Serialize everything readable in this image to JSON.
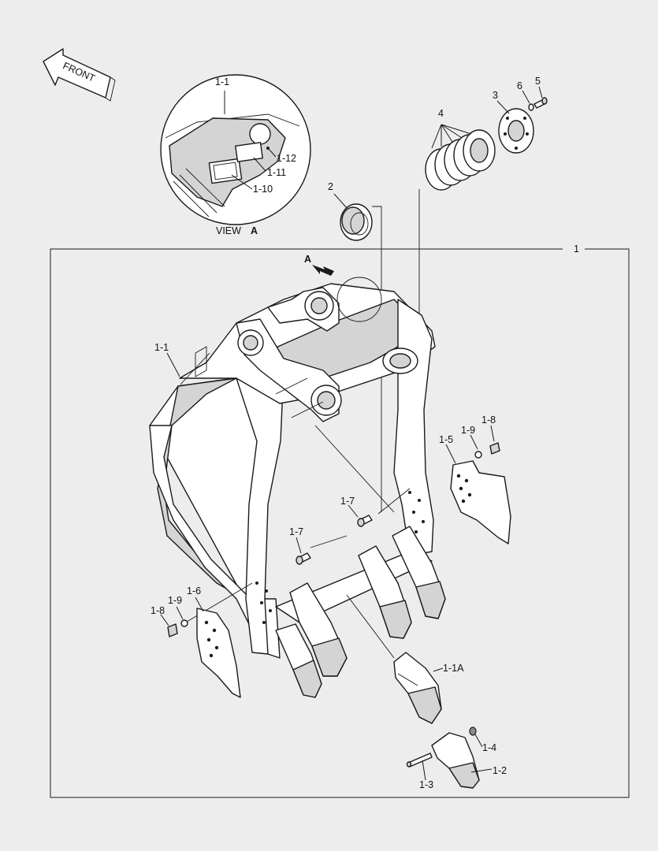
{
  "front_label": "FRONT",
  "view": {
    "prefix": "VIEW",
    "letter": "A"
  },
  "arrow_label": "A",
  "callouts": {
    "c1": "1",
    "c1_1_top": "1-1",
    "c1_1_main": "1-1",
    "c1_1A": "1-1A",
    "c1_2": "1-2",
    "c1_3": "1-3",
    "c1_4": "1-4",
    "c1_5": "1-5",
    "c1_6": "1-6",
    "c1_7a": "1-7",
    "c1_7b": "1-7",
    "c1_8a": "1-8",
    "c1_8b": "1-8",
    "c1_9a": "1-9",
    "c1_9b": "1-9",
    "c1_10": "1-10",
    "c1_11": "1-11",
    "c1_12": "1-12",
    "c2": "2",
    "c3": "3",
    "c4": "4",
    "c5": "5",
    "c6": "6"
  }
}
